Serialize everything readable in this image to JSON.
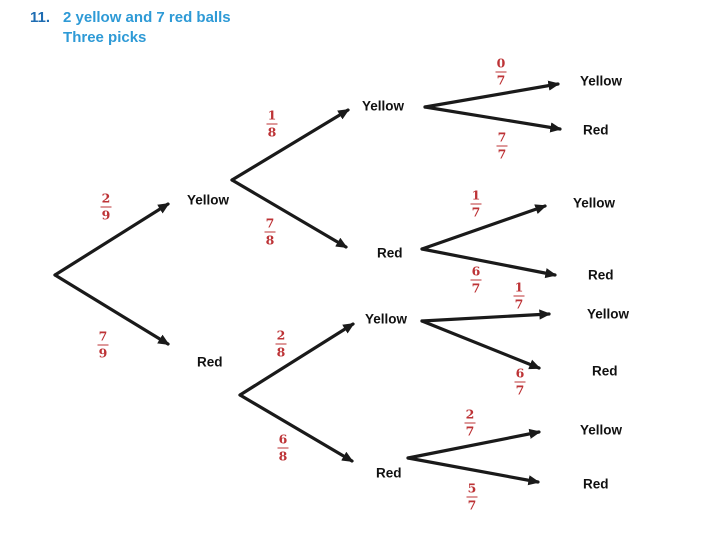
{
  "title": {
    "number": "11.",
    "line1": "2 yellow and 7 red balls",
    "line2": "Three picks"
  },
  "colors": {
    "title_number": "#1e6cb2",
    "title_text": "#2e9ad6",
    "fraction": "#bd3336",
    "line": "#1a1a1a",
    "label": "#111111"
  },
  "tree": {
    "level1": [
      {
        "num": "2",
        "den": "9",
        "label": "Yellow"
      },
      {
        "num": "7",
        "den": "9",
        "label": "Red"
      }
    ],
    "level2": [
      {
        "num": "1",
        "den": "8",
        "label": "Yellow"
      },
      {
        "num": "7",
        "den": "8",
        "label": "Red"
      },
      {
        "num": "2",
        "den": "8",
        "label": "Yellow"
      },
      {
        "num": "6",
        "den": "8",
        "label": "Red"
      }
    ],
    "level3": [
      {
        "num": "0",
        "den": "7",
        "label": "Yellow"
      },
      {
        "num": "7",
        "den": "7",
        "label": "Red"
      },
      {
        "num": "1",
        "den": "7",
        "label": "Yellow"
      },
      {
        "num": "6",
        "den": "7",
        "label": "Red"
      },
      {
        "num": "1",
        "den": "7",
        "label": "Yellow"
      },
      {
        "num": "6",
        "den": "7",
        "label": "Red"
      },
      {
        "num": "2",
        "den": "7",
        "label": "Yellow"
      },
      {
        "num": "5",
        "den": "7",
        "label": "Red"
      }
    ]
  }
}
